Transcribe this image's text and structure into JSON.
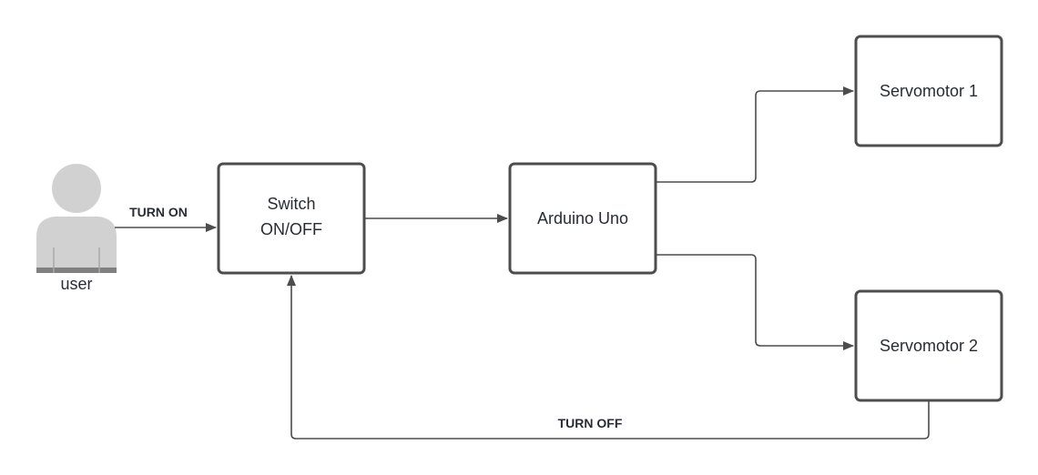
{
  "actor": {
    "label": "user"
  },
  "nodes": {
    "switch": {
      "line1": "Switch",
      "line2": "ON/OFF"
    },
    "arduino": {
      "label": "Arduino Uno"
    },
    "servo1": {
      "label": "Servomotor 1"
    },
    "servo2": {
      "label": "Servomotor 2"
    }
  },
  "edges": {
    "turn_on": {
      "label": "TURN ON"
    },
    "turn_off": {
      "label": "TURN OFF"
    }
  },
  "colors": {
    "stroke": "#4d4d4d",
    "text": "#282c33",
    "actor_fill": "#d1d1d1",
    "actor_dark": "#808080"
  }
}
